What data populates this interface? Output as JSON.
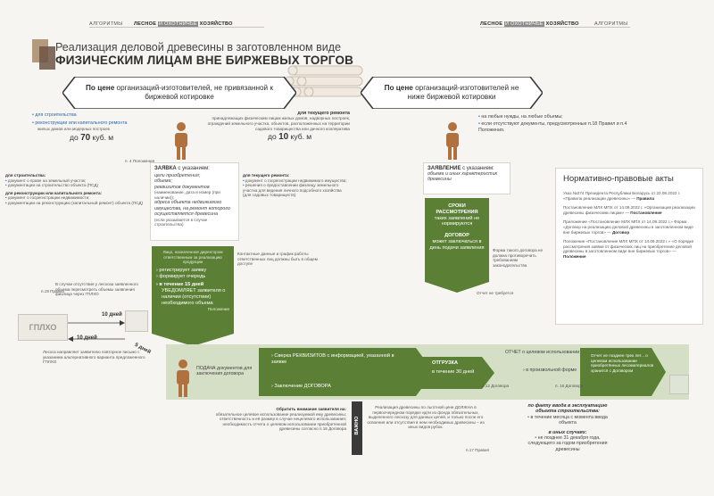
{
  "header": {
    "left_section": "АЛГОРИТМЫ",
    "left_brand_pre": "ЛЕСНОЕ ",
    "left_brand_mid": "И ОХОТНИЧЬЕ",
    "left_brand_post": " ХОЗЯЙСТВО",
    "right_brand_pre": "ЛЕСНОЕ ",
    "right_brand_mid": "И ОХОТНИЧЬЕ",
    "right_brand_post": " ХОЗЯЙСТВО",
    "right_section": "АЛГОРИТМЫ"
  },
  "title": {
    "line1": "Реализация деловой древесины в заготовленном виде",
    "line2": "ФИЗИЧЕСКИМ ЛИЦАМ ВНЕ БИРЖЕВЫХ ТОРГОВ"
  },
  "left_branch": {
    "heading_pre": "По цене",
    "heading_post": " организаций-изготовителей, не привязанной к биржевой котировке",
    "item1": "для строительства",
    "item2": "реконструкции или капитального ремонта",
    "item2_sub": "жилых домов или модерных построек",
    "limit_pre": "до ",
    "limit_num": "70",
    "limit_unit": " куб. м",
    "repair_head": "для текущего ремонта",
    "repair_text": "принадлежащих физическим лицам жилых домов, надворных построек, ограждений земельного участка, объектов, расположенных на территории садового товарищества или дачного кооператива",
    "repair_limit_pre": "до ",
    "repair_limit_num": "10",
    "repair_limit_unit": " куб. м"
  },
  "right_branch": {
    "heading_pre": "По цене",
    "heading_post": " организаций-изготовителей не ниже биржевой котировки",
    "item1": "на любые нужды, на любые объемы;",
    "item2": "если отсутствуют документы, предусмотренные п.18 Правил и п.4 Положения."
  },
  "left_flow": {
    "point4": "п. 4 Положения",
    "zayavka_head": "ЗАЯВКА",
    "zayavka_tail": " с указанием:",
    "z1": "цели приобретения;",
    "z2": "объема;",
    "z3": "реквизитов документов",
    "z3_sub": "(наименование, дата и номер (при наличии));",
    "z4": "адреса объекта недвижимого имущества, на ремонт которого осуществляется древесина",
    "z4_sub": "(если указывается в случае строительства)",
    "build_head": "для строительства:",
    "build1": "документ о праве на земельный участок;",
    "build2": "документации на строительство объекта (ПСД)",
    "recon_head": "для реконструкции или капитального ремонта:",
    "recon1": "документ о госрегистрации недвижимости;",
    "recon2": "документации на реконструкцию (капитальный ремонт) объекта (ПСД)",
    "cur_head": "для текущего ремонта:",
    "cur1": "документ о госрегистрации недвижимого имущества;",
    "cur2": "решения о предоставлении физлицу земельного участка для ведения личного подсобного хозяйства (для садовых товариществ)",
    "green_top": "Лицо, назначенное директором ответственным за реализацию продукции",
    "g1": "регистрирует заявку",
    "g2": "формирует очередь",
    "g3": "в течение 15 дней",
    "g4": "УВЕДОМЛЯЕТ заявителя о наличии (отсутствии) необходимого объема",
    "g_point": "Положение",
    "contact": "Контактные данные и график работы ответственных лиц должны быть в общем доступе",
    "absence": "В случае отсутствия у лесхоза заявленного объема пересмотреть объемы заявления физлица через ГПЛХО",
    "p19": "п.19 Правил",
    "gplho": "ГПЛХО",
    "days10a": "10 дней",
    "days10b": "10 дней",
    "days5": "5 дней",
    "lesxoz_note": "Лесхоз направляет заявителю повторное письмо с указанием альтернативного варианта предложенного ГПЛХО"
  },
  "right_flow": {
    "zayav_head": "ЗАЯВЛЕНИЕ",
    "zayav_tail": " с указанием:",
    "zr1": "объема и иных характеристик древесины",
    "sroki_head": "СРОКИ РАССМОТРЕНИЯ",
    "sroki_text": "таких заявлений не нормируются",
    "dogovor_head": "ДОГОВОР",
    "dogovor_text": "может заключаться в день подачи заявления",
    "form_note": "Форма такого договора не должна противоречить требованиям законодательства",
    "otchet_not": "Отчет не требуется"
  },
  "npa": {
    "title": "Нормативно-правовые акты",
    "i1_pre": "Указ №374 Президента Республики Беларусь от 22.08.2022 г. «Правила реализации древесины» —",
    "i1_tag": "Правила",
    "i2_pre": "Постановление МЛХ МПХ от 14.09.2022 г. «Организация реализации древесины физическим лицам» —",
    "i2_tag": "Постановление",
    "i3_pre": "Приложение «Постановление МЛХ МПХ от 14.09.2022 г.» Форма «Договор на реализацию деловой древесины в заготовленном виде вне биржевых торгов» —",
    "i3_tag": "Договор",
    "i4_pre": "Положение «Постановление МЛХ МПХ от 14.09.2022 г.» «О порядке рассмотрения заявки от физических лиц на приобретение деловой древесины в заготовленном виде вне биржевых торгов» —",
    "i4_tag": "Положение"
  },
  "bottom": {
    "podacha": "ПОДАЧА документов для заключения договора",
    "sverka": "Сверка РЕКВИЗИТОВ с информацией, указанной в заявке",
    "zakl": "Заключение ДОГОВОРА",
    "otgruzka": "ОТГРУЗКА",
    "otgr_days": "в течение 30 дней",
    "otgr_point": "п.12 Договора",
    "otchet_head": "ОТЧЕТ о целевом использовании",
    "arb_form": "в произвольной форме",
    "p16": "п. 16 Договора",
    "otchet_right": "Отчет не позднее трех лет... о целевом использовании приобретённых лесоматериалов хранится с Договором",
    "attention_head": "Обратить внимание заявителя на:",
    "a1": "обязательное целевое использование реализуемой ему древесины;",
    "a2": "ответственность и её размер в случае нецелевого использования;",
    "a3": "необходимость отчета о целевом использовании приобретенной древесины согласно п.16 Договора",
    "vazhno": "ВАЖНО",
    "resale": "Реализация древесины по льготной цене ДОЛЖНА в первоочередном порядке идти из фонда обязательных, выделенного лесхозу для данных целей, и только после его освоения или отсутствия в нем необходимых древесины – из иных видов рубок.",
    "p17": "п.17 Правил",
    "fact_head": "по факту ввода в эксплуатацию объекта строительства:",
    "f1": "в течение месяца с момента ввода объекта",
    "other_head": "в иных случаях:",
    "o1": "не позднее 31 декабря года, следующего за годом приобретения древесины"
  },
  "colors": {
    "green": "#5b7f34",
    "blue": "#2a67b0",
    "brown": "#b0713f",
    "dark": "#3a3a3a"
  }
}
